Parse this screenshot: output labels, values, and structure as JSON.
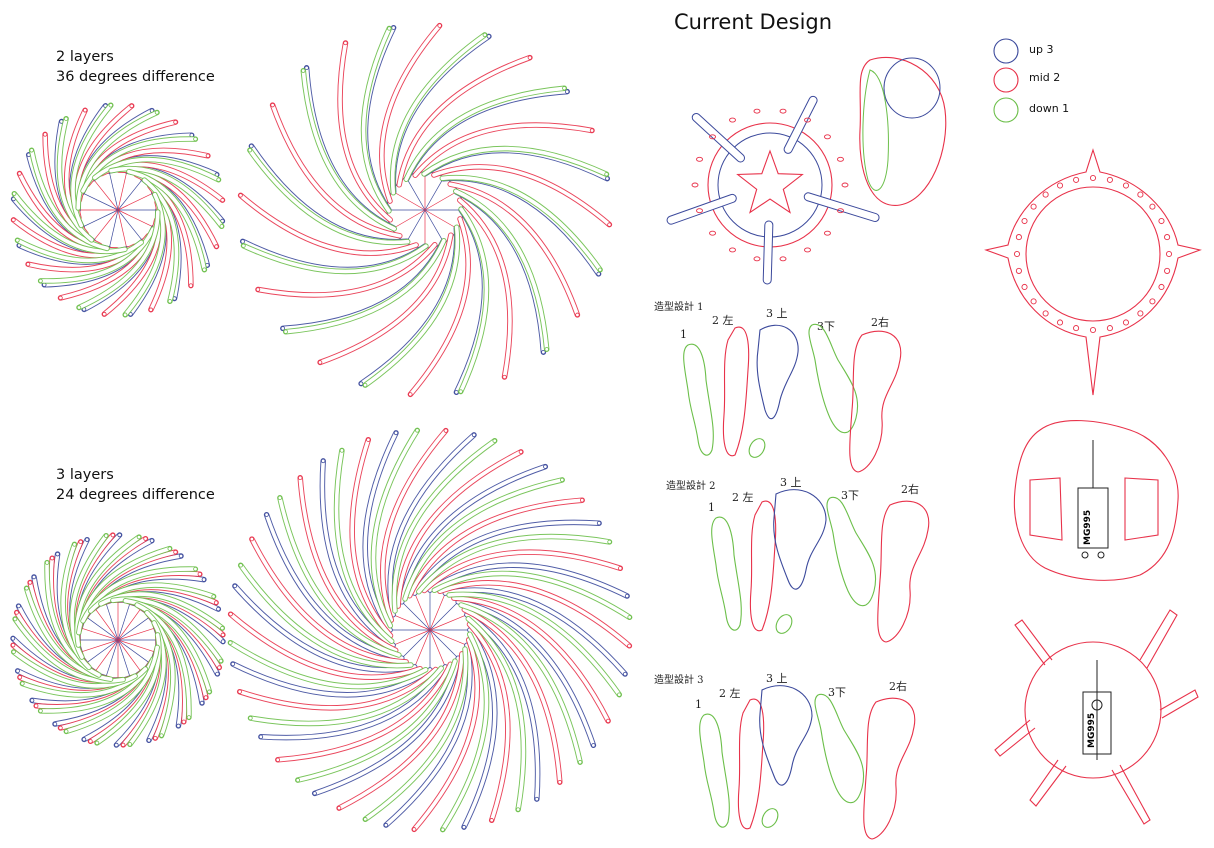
{
  "title": "Current Design",
  "legend": [
    {
      "label": "up 3",
      "color": "#3c4a9c",
      "icon": "blue-circle"
    },
    {
      "label": "mid 2",
      "color": "#e8324a",
      "icon": "red-circle"
    },
    {
      "label": "down 1",
      "color": "#6cbf4a",
      "icon": "green-circle"
    }
  ],
  "section_two_layers": {
    "line1": "2 layers",
    "line2": "36 degrees difference"
  },
  "section_three_layers": {
    "line1": "3 layers",
    "line2": "24 degrees difference"
  },
  "designs": [
    {
      "name": "造型設計 1",
      "tags": {
        "p1": "1",
        "left2": "2 左",
        "up3": "3 上",
        "down3": "3下",
        "right2": "2右"
      }
    },
    {
      "name": "造型設計 2",
      "tags": {
        "p1": "1",
        "left2": "2 左",
        "up3": "3 上",
        "down3": "3下",
        "right2": "2右"
      }
    },
    {
      "name": "造型設計 3",
      "tags": {
        "p1": "1",
        "left2": "2 左",
        "up3": "3 上",
        "down3": "3下",
        "right2": "2右"
      }
    }
  ],
  "servo_label_1": "MG995",
  "servo_label_2": "MG995",
  "colors": {
    "blue": "#3c4a9c",
    "red": "#e8324a",
    "green": "#6cbf4a"
  }
}
